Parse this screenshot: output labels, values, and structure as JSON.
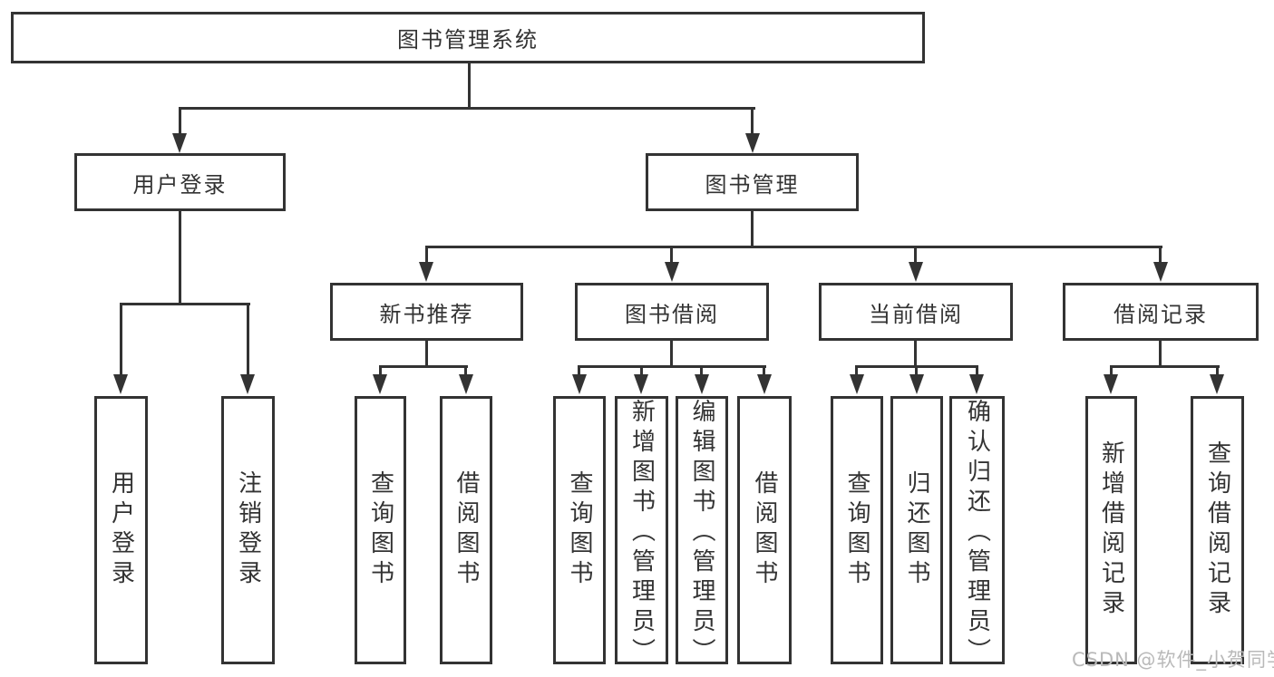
{
  "diagram": {
    "root": {
      "label": "图书管理系统"
    },
    "level1": [
      {
        "label": "用户登录"
      },
      {
        "label": "图书管理"
      }
    ],
    "level2": [
      {
        "label": "新书推荐"
      },
      {
        "label": "图书借阅"
      },
      {
        "label": "当前借阅"
      },
      {
        "label": "借阅记录"
      }
    ],
    "leaves": {
      "user_login": [
        {
          "label": "用户登录"
        },
        {
          "label": "注销登录"
        }
      ],
      "new_book": [
        {
          "label": "查询图书"
        },
        {
          "label": "借阅图书"
        }
      ],
      "borrowing": [
        {
          "label": "查询图书"
        },
        {
          "label": "新增图书（管理员）"
        },
        {
          "label": "编辑图书（管理员）"
        },
        {
          "label": "借阅图书"
        }
      ],
      "current": [
        {
          "label": "查询图书"
        },
        {
          "label": "归还图书"
        },
        {
          "label": "确认归还（管理员）"
        }
      ],
      "records": [
        {
          "label": "新增借阅记录"
        },
        {
          "label": "查询借阅记录"
        }
      ]
    },
    "colors": {
      "line": "#333333",
      "text": "#333333",
      "box_background": "#ffffff",
      "watermark": "#b9b9b9"
    }
  },
  "watermark": {
    "text": "CSDN @软件_小贺同学"
  }
}
